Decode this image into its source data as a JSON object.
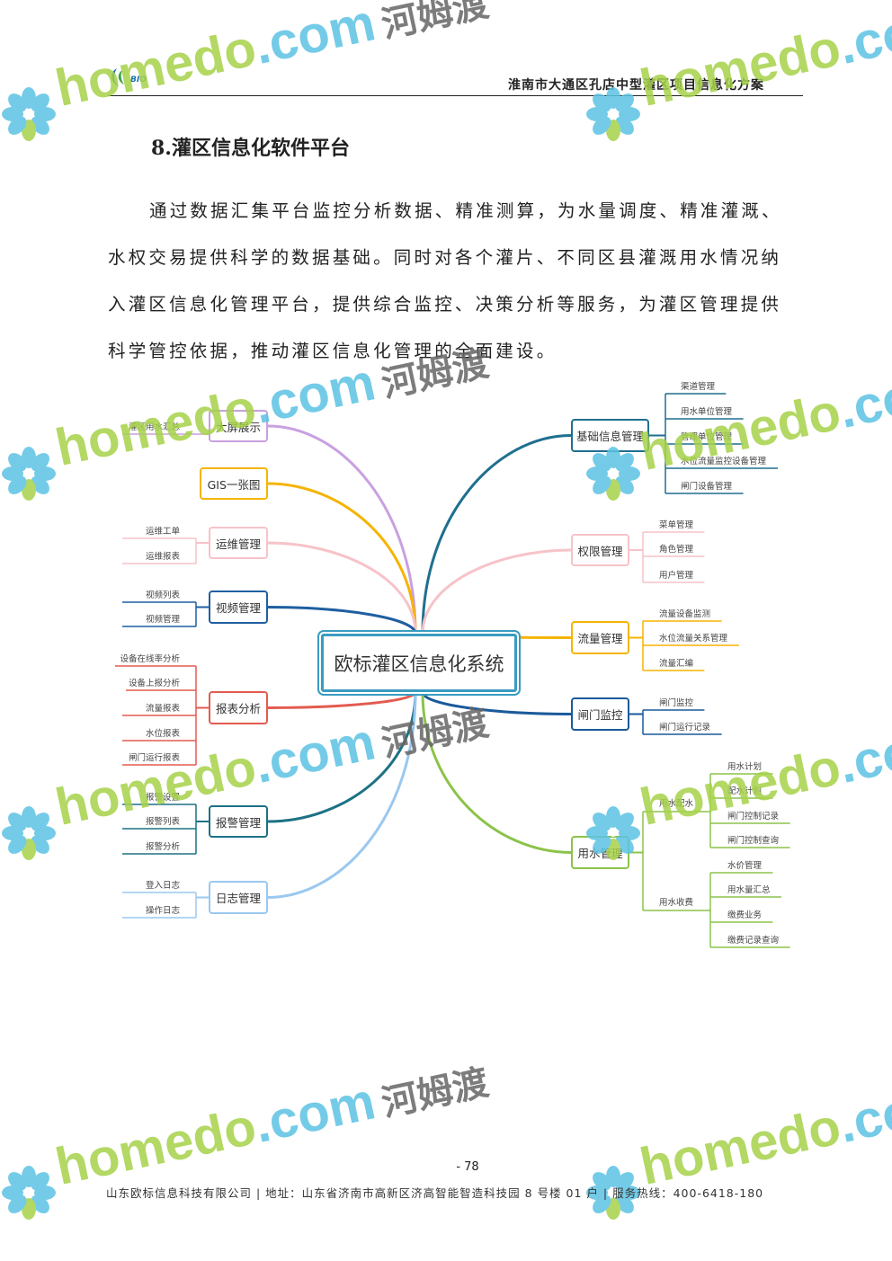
{
  "header": {
    "title": "淮南市大通区孔店中型灌区项目信息化方案",
    "logo_text": "BIO"
  },
  "section_heading": "8.灌区信息化软件平台",
  "paragraph_lines": [
    "通过数据汇集平台监控分析数据、精准测算，为水量调度、精准灌溉、",
    "水权交易提供科学的数据基础。同时对各个灌片、不同区县灌溉用水情况纳",
    "入灌区信息化管理平台，提供综合监控、决策分析等服务，为灌区管理提供",
    "科学管控依据，推动灌区信息化管理的全面建设。"
  ],
  "mindmap": {
    "center": "欧标灌区信息化系统",
    "left": [
      {
        "label": "大屏展示",
        "color": "#c9a0e0",
        "children": [
          "灌区用水汇总"
        ]
      },
      {
        "label": "GIS一张图",
        "color": "#f5b400",
        "children": []
      },
      {
        "label": "运维管理",
        "color": "#f6c3c9",
        "children": [
          "运维工单",
          "运维报表"
        ]
      },
      {
        "label": "视频管理",
        "color": "#1f5fa0",
        "children": [
          "视频列表",
          "视频管理"
        ]
      },
      {
        "label": "报表分析",
        "color": "#e35b50",
        "children": [
          "设备在线率分析",
          "设备上报分析",
          "流量报表",
          "水位报表",
          "闸门运行报表"
        ]
      },
      {
        "label": "报警管理",
        "color": "#1d7185",
        "children": [
          "报警设置",
          "报警列表",
          "报警分析"
        ]
      },
      {
        "label": "日志管理",
        "color": "#9ac8f0",
        "children": [
          "登入日志",
          "操作日志"
        ]
      }
    ],
    "right": [
      {
        "label": "基础信息管理",
        "color": "#1f6f8f",
        "children": [
          "渠道管理",
          "用水单位管理",
          "管理单位管理",
          "水位流量监控设备管理",
          "闸门设备管理"
        ]
      },
      {
        "label": "权限管理",
        "color": "#f6c3c9",
        "children": [
          "菜单管理",
          "角色管理",
          "用户管理"
        ]
      },
      {
        "label": "流量管理",
        "color": "#f5b400",
        "children": [
          "流量设备监测",
          "水位流量关系管理",
          "流量汇编"
        ]
      },
      {
        "label": "闸门监控",
        "color": "#1a5a9a",
        "children": [
          "闸门监控",
          "闸门运行记录"
        ]
      },
      {
        "label": "用水管理",
        "color": "#8cc34a",
        "groups": [
          {
            "label": "用水配水",
            "children": [
              "用水计划",
              "配水计划",
              "闸门控制记录",
              "闸门控制查询"
            ]
          },
          {
            "label": "用水收费",
            "children": [
              "水价管理",
              "用水量汇总",
              "缴费业务",
              "缴费记录查询"
            ]
          }
        ]
      }
    ]
  },
  "page_number": "- 78",
  "footer": "山东欧标信息科技有限公司 | 地址：山东省济南市高新区济高智能智造科技园 8 号楼 01 户 | 服务热线：400-6418-180",
  "watermark": {
    "brand": "homedo",
    "domain": ".com",
    "cn": "河姆渡"
  }
}
